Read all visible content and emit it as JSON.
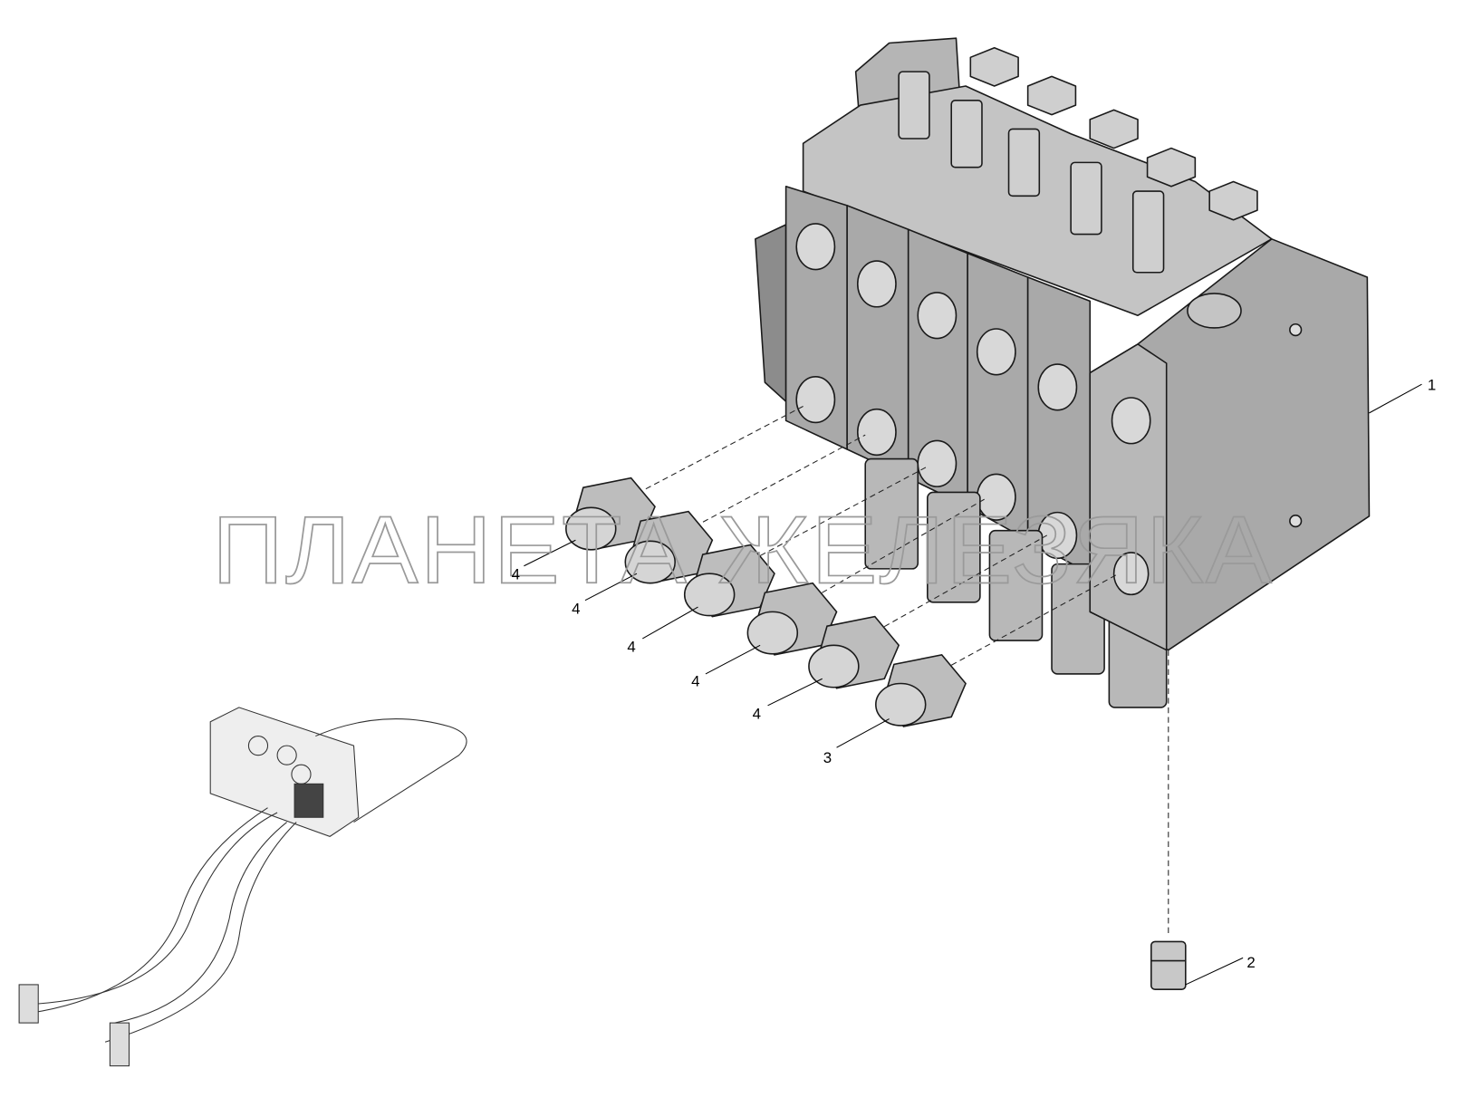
{
  "diagram": {
    "watermark": "ПЛАНЕТА ЖЕЛЕЗЯКА",
    "callouts": [
      {
        "id": "1",
        "label": "1",
        "part": "control-valve-block"
      },
      {
        "id": "2",
        "label": "2",
        "part": "bottom-fitting"
      },
      {
        "id": "3",
        "label": "3",
        "part": "fitting-end"
      },
      {
        "id": "4a",
        "label": "4",
        "part": "fitting"
      },
      {
        "id": "4b",
        "label": "4",
        "part": "fitting"
      },
      {
        "id": "4c",
        "label": "4",
        "part": "fitting"
      },
      {
        "id": "4d",
        "label": "4",
        "part": "fitting"
      },
      {
        "id": "4e",
        "label": "4",
        "part": "fitting"
      }
    ],
    "colors": {
      "body": "#a9a9a9",
      "body_light": "#c4c4c4",
      "body_dark": "#8c8c8c",
      "outline": "#1a1a1a"
    }
  }
}
